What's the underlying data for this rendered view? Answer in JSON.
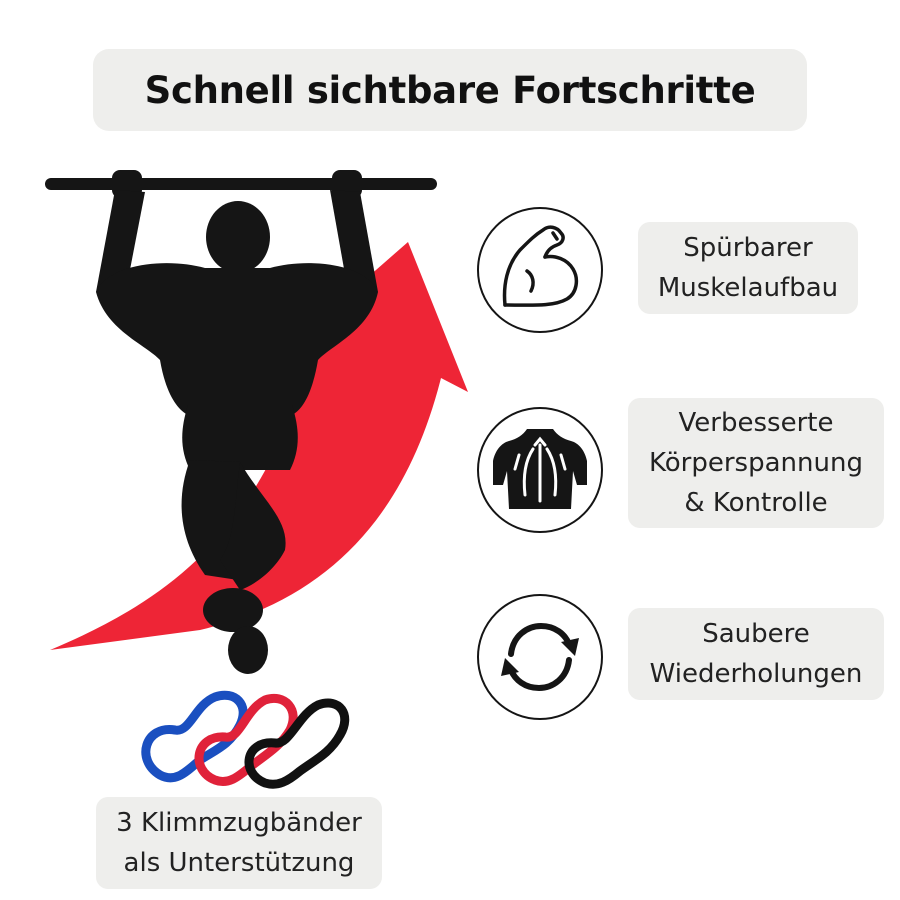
{
  "title": "Schnell sichtbare Fortschritte",
  "colors": {
    "accent_red": "#ee2536",
    "silhouette": "#151515",
    "band_blue": "#1a4fc0",
    "band_red": "#e0223a",
    "band_black": "#111111",
    "pill_bg": "#eeeeec"
  },
  "features": [
    {
      "icon": "flexed-bicep-icon",
      "lines": [
        "Spürbarer",
        "Muskelaufbau"
      ]
    },
    {
      "icon": "back-muscles-icon",
      "lines": [
        "Verbesserte",
        "Körperspannung",
        "& Kontrolle"
      ]
    },
    {
      "icon": "repeat-cycle-icon",
      "lines": [
        "Saubere",
        "Wiederholungen"
      ]
    }
  ],
  "bands_caption": [
    "3 Klimmzugbänder",
    "als Unterstützung"
  ]
}
